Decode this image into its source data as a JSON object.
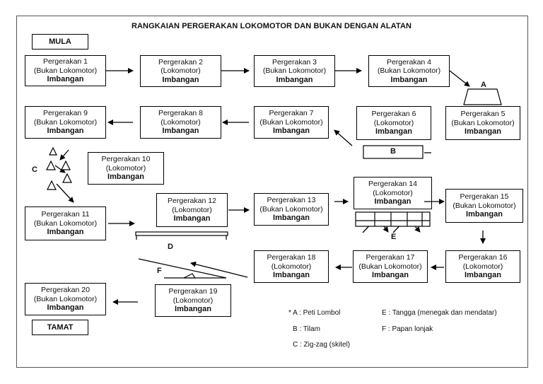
{
  "title": "RANGKAIAN PERGERAKAN LOKOMOTOR DAN BUKAN DENGAN ALATAN",
  "start_label": "MULA",
  "end_label": "TAMAT",
  "movements": [
    {
      "name": "Pergerakan 1",
      "type": "(Bukan Lokomotor)",
      "skill": "Imbangan"
    },
    {
      "name": "Pergerakan 2",
      "type": "(Lokomotor)",
      "skill": "Imbangan"
    },
    {
      "name": "Pergerakan 3",
      "type": "(Bukan Lokomotor)",
      "skill": "Imbangan"
    },
    {
      "name": "Pergerakan 4",
      "type": "(Bukan Lokomotor)",
      "skill": "Imbangan"
    },
    {
      "name": "Pergerakan 5",
      "type": "(Bukan Lokomotor)",
      "skill": "Imbangan"
    },
    {
      "name": "Pergerakan 6",
      "type": "(Lokomotor)",
      "skill": "Imbangan"
    },
    {
      "name": "Pergerakan 7",
      "type": "(Bukan Lokomotor)",
      "skill": "Imbangan"
    },
    {
      "name": "Pergerakan 8",
      "type": "(Lokomotor)",
      "skill": "Imbangan"
    },
    {
      "name": "Pergerakan 9",
      "type": "(Bukan Lokomotor)",
      "skill": "Imbangan"
    },
    {
      "name": "Pergerakan 10",
      "type": "(Lokomotor)",
      "skill": "Imbangan"
    },
    {
      "name": "Pergerakan 11",
      "type": "(Bukan Lokomotor)",
      "skill": "Imbangan"
    },
    {
      "name": "Pergerakan 12",
      "type": "(Lokomotor)",
      "skill": "Imbangan"
    },
    {
      "name": "Pergerakan 13",
      "type": "(Bukan Lokomotor)",
      "skill": "Imbangan"
    },
    {
      "name": "Pergerakan 14",
      "type": "(Lokomotor)",
      "skill": "Imbangan"
    },
    {
      "name": "Pergerakan 15",
      "type": "(Bukan Lokomotor)",
      "skill": "Imbangan"
    },
    {
      "name": "Pergerakan 16",
      "type": "(Lokomotor)",
      "skill": "Imbangan"
    },
    {
      "name": "Pergerakan 17",
      "type": "(Bukan Lokomotor)",
      "skill": "Imbangan"
    },
    {
      "name": "Pergerakan 18",
      "type": "(Lokomotor)",
      "skill": "Imbangan"
    },
    {
      "name": "Pergerakan 19",
      "type": "(Lokomotor)",
      "skill": "Imbangan"
    },
    {
      "name": "Pergerakan 20",
      "type": "(Bukan Lokomotor)",
      "skill": "Imbangan"
    }
  ],
  "equipment_labels": {
    "A": "A",
    "B": "B",
    "C": "C",
    "D": "D",
    "E": "E",
    "F": "F"
  },
  "legend": [
    "* A : Peti Lombol",
    "E : Tangga (menegak dan mendatar)",
    "B : Tilam",
    "F : Papan lonjak",
    "C : Zig-zag (skitel)"
  ]
}
